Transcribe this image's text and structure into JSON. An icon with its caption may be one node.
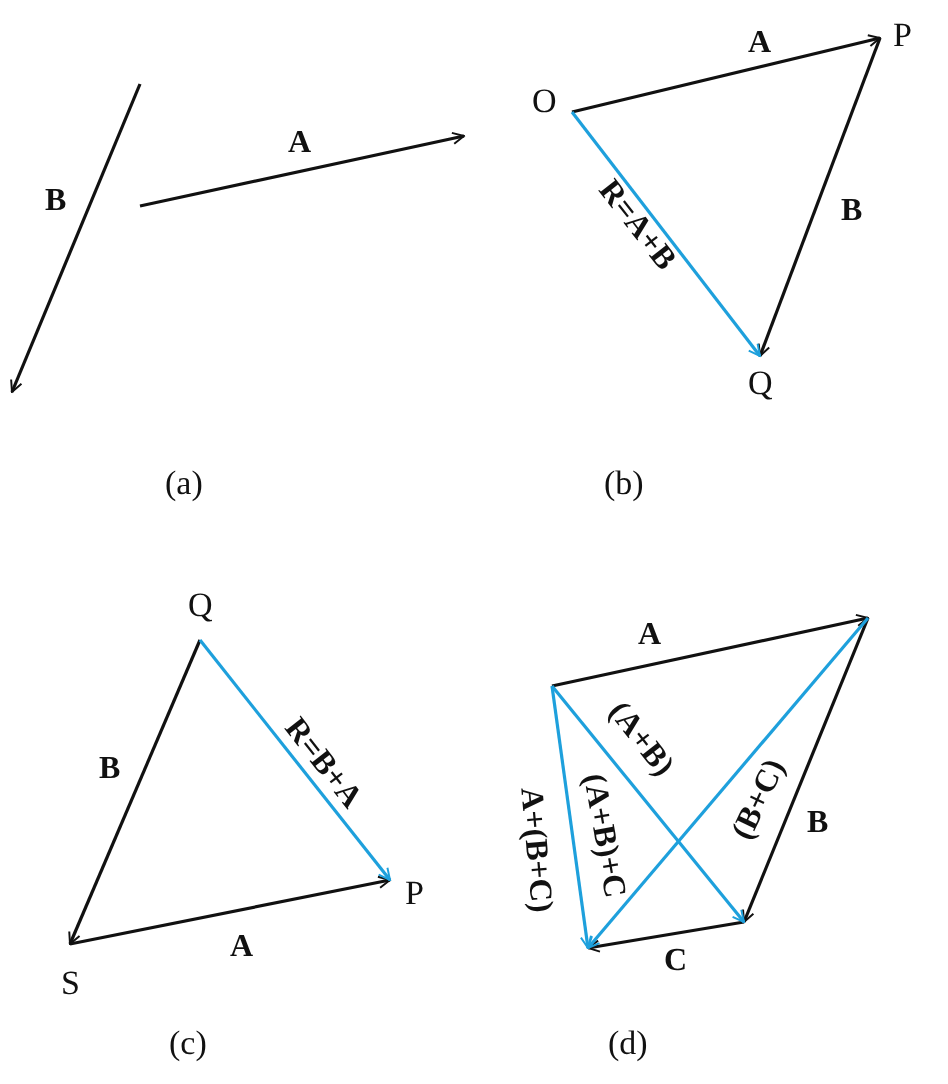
{
  "diagram": {
    "nodes": [
      {
        "text": [
          "O"
        ]
      },
      {
        "text": [
          "P"
        ]
      },
      {
        "text": [
          "Q"
        ]
      },
      {
        "text": [
          "Q"
        ]
      },
      {
        "text": [
          "P"
        ]
      },
      {
        "text": [
          "S"
        ]
      }
    ],
    "edges": [
      {
        "from": 0,
        "to": 1,
        "arrow": "to",
        "label": "A"
      },
      {
        "from": 1,
        "to": 2,
        "arrow": "to",
        "label": "B"
      },
      {
        "from": 0,
        "to": 2,
        "arrow": "to",
        "label": "R=A+B",
        "color": "#1ea0dc"
      },
      {
        "from": 3,
        "to": 5,
        "arrow": "to",
        "label": "B"
      },
      {
        "from": 5,
        "to": 4,
        "arrow": "to",
        "label": "A"
      },
      {
        "from": 3,
        "to": 4,
        "arrow": "to",
        "label": "R=B+A",
        "color": "#1ea0dc"
      }
    ],
    "labels": [
      "B",
      "A",
      "(a)",
      "(b)",
      "A",
      "(A+B)",
      "A+(B+C)",
      "(A+B)+C",
      "(B+C)",
      "B",
      "C",
      "(c)",
      "(d)"
    ]
  }
}
